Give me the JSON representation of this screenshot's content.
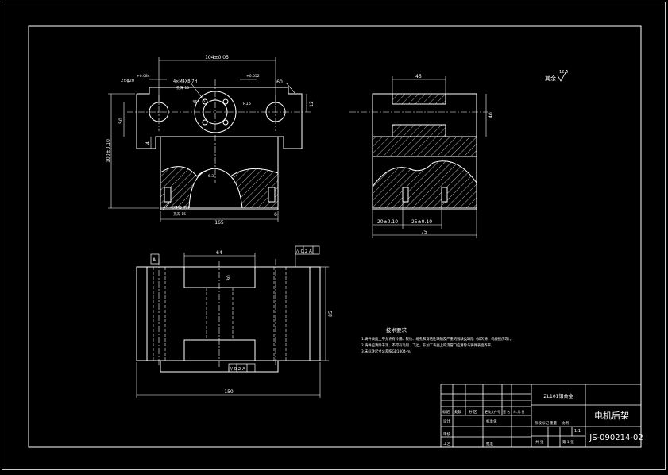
{
  "drawing": {
    "front_view": {
      "dim_top_width": "104±0.05",
      "dim_overall_width": "165",
      "dim_left_height": "100±0.10",
      "dim_hole_spacing": "50",
      "dim_right_offset": "12",
      "dim_slot_width": "60",
      "dim_small_offset": "6",
      "dim_lower_left": "4",
      "hole_callout_left": "2×φ20",
      "tol_left": "+0.084",
      "thread_callout": "4×M4X8-7H",
      "thread_depth": "孔深 10",
      "tol_right": "+0.052",
      "circle_diameter": "R16",
      "angle_label": "45°",
      "bottom_thread": "4XM5-7H",
      "bottom_depth": "孔深 15",
      "roughness_mark": "6.3"
    },
    "side_view": {
      "dim_top": "45",
      "dim_height": "40",
      "dim_left": "20±0.10",
      "dim_mid": "25±0.10",
      "dim_overall": "75"
    },
    "top_view": {
      "dim_inner": "64",
      "dim_center": "30",
      "dim_height": "85",
      "dim_overall": "150",
      "datum": "A",
      "parallelism_top": "// 0.2 A",
      "parallelism_bottom": "// 0.2 A"
    },
    "surface_note": "其余",
    "surface_value": "12.5"
  },
  "tech_requirements": {
    "title": "技术要求",
    "items": [
      "1.铸件表面上不允许有冷隔、裂纹、缩孔和穿透性缺陷及严重的残缺类缺陷（如欠铸、机械损伤等）。",
      "2.铸件应清除干净，不得有毛刺、飞边，非加工表面上的浇冒口应清除与铸件表面齐平。",
      "3.未标注尺寸公差按GB1804-m。"
    ]
  },
  "title_block": {
    "material": "ZL101铝合金",
    "part_name": "电机后架",
    "drawing_number": "JS-090214-02",
    "scale": "1:1",
    "header_labels": [
      "标记",
      "处数",
      "分 区",
      "更改文件号",
      "签 名",
      "年.月.日"
    ],
    "row_design": "设计",
    "row_check": "审核",
    "row_process": "工艺",
    "row_approve": "批准",
    "standardize": "标准化",
    "stage_label": "阶段标记",
    "weight_label": "重量",
    "scale_label": "比例",
    "sheets": "共 张",
    "sheet_no": "第 1 张"
  }
}
